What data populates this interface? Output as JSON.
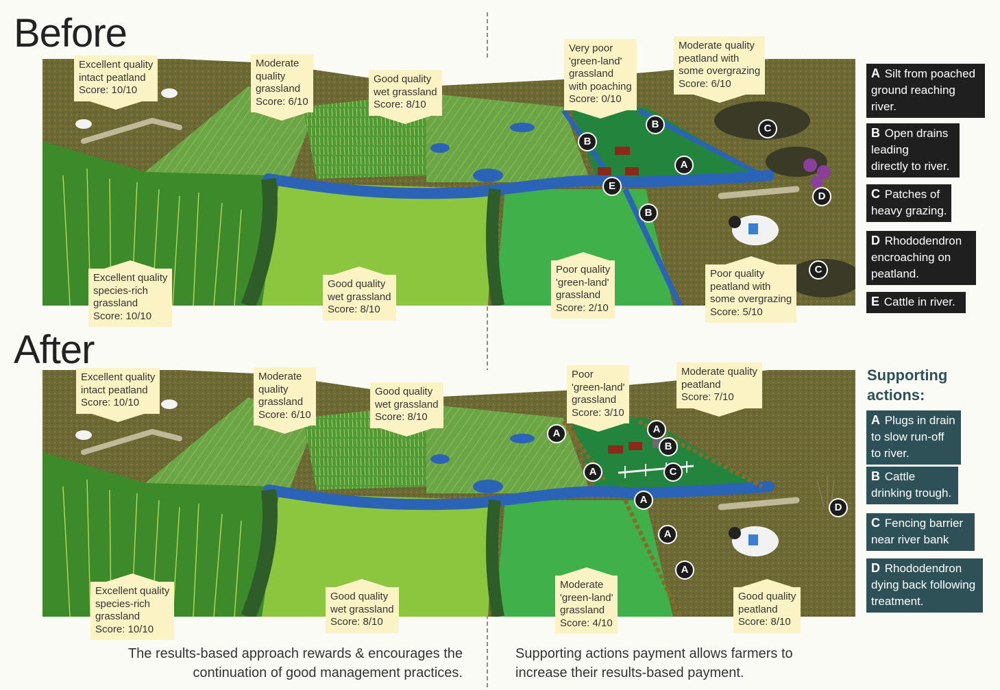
{
  "headings": {
    "before": "Before",
    "after": "After"
  },
  "before_labels": [
    {
      "lines": [
        "Excellent quality",
        "intact peatland"
      ],
      "score": "Score: 10/10"
    },
    {
      "lines": [
        "Moderate",
        "quality",
        "grassland"
      ],
      "score": "Score: 6/10"
    },
    {
      "lines": [
        "Good quality",
        "wet grassland"
      ],
      "score": "Score: 8/10"
    },
    {
      "lines": [
        "Very poor",
        "'green-land'",
        "grassland",
        "with poaching"
      ],
      "score": "Score: 0/10"
    },
    {
      "lines": [
        "Moderate quality",
        "peatland with",
        "some overgrazing"
      ],
      "score": "Score: 6/10"
    },
    {
      "lines": [
        "Excellent quality",
        "species-rich",
        "grassland"
      ],
      "score": "Score: 10/10"
    },
    {
      "lines": [
        "Good quality",
        "wet grassland"
      ],
      "score": "Score: 8/10"
    },
    {
      "lines": [
        "Poor quality",
        "'green-land'",
        "grassland"
      ],
      "score": "Score: 2/10"
    },
    {
      "lines": [
        "Poor quality",
        "peatland with",
        "some overgrazing"
      ],
      "score": "Score: 5/10"
    }
  ],
  "after_labels": [
    {
      "lines": [
        "Excellent quality",
        "intact peatland"
      ],
      "score": "Score: 10/10"
    },
    {
      "lines": [
        "Moderate",
        "quality",
        "grassland"
      ],
      "score": "Score: 6/10"
    },
    {
      "lines": [
        "Good quality",
        "wet grassland"
      ],
      "score": "Score: 8/10"
    },
    {
      "lines": [
        "Poor",
        "'green-land'",
        "grassland"
      ],
      "score": "Score: 3/10"
    },
    {
      "lines": [
        "Moderate quality",
        "peatland"
      ],
      "score": "Score: 7/10"
    },
    {
      "lines": [
        "Excellent quality",
        "species-rich",
        "grassland"
      ],
      "score": "Score: 10/10"
    },
    {
      "lines": [
        "Good quality",
        "wet grassland"
      ],
      "score": "Score: 8/10"
    },
    {
      "lines": [
        "Moderate",
        "'green-land'",
        "grassland"
      ],
      "score": "Score: 4/10"
    },
    {
      "lines": [
        "Good quality",
        "peatland"
      ],
      "score": "Score: 8/10"
    }
  ],
  "before_legend": [
    {
      "key": "A",
      "lines": [
        "Silt from poached",
        "ground reaching",
        "river."
      ]
    },
    {
      "key": "B",
      "lines": [
        "Open drains",
        "leading",
        "directly to river."
      ]
    },
    {
      "key": "C",
      "lines": [
        "Patches of",
        "heavy grazing."
      ]
    },
    {
      "key": "D",
      "lines": [
        "Rhododendron",
        "encroaching on",
        "peatland."
      ]
    },
    {
      "key": "E",
      "lines": [
        "Cattle in river."
      ]
    }
  ],
  "supporting_title": [
    "Supporting",
    "actions:"
  ],
  "after_legend": [
    {
      "key": "A",
      "lines": [
        "Plugs in drain",
        "to slow run-off",
        "to river."
      ]
    },
    {
      "key": "B",
      "lines": [
        "Cattle",
        "drinking trough."
      ]
    },
    {
      "key": "C",
      "lines": [
        "Fencing barrier",
        "near river bank"
      ]
    },
    {
      "key": "D",
      "lines": [
        "Rhododendron",
        "dying back following",
        "treatment."
      ]
    }
  ],
  "before_markers": [
    "B",
    "B",
    "A",
    "E",
    "B",
    "C",
    "C",
    "D"
  ],
  "after_markers": [
    "A",
    "A",
    "B",
    "A",
    "C",
    "A",
    "A",
    "A",
    "D"
  ],
  "captions": {
    "left": [
      "The results-based approach rewards & encourages the",
      "continuation of good management practices."
    ],
    "right": [
      "Supporting actions payment allows farmers to",
      "increase their results-based payment."
    ]
  },
  "colors": {
    "peat": "#6f6a35",
    "bright_green": "#7fbf3a",
    "mid_green": "#5aa03a",
    "vivid_green": "#3fb04a",
    "dark_green": "#1f7a3a",
    "river": "#2b63b6",
    "label_bg": "#fcf3c4",
    "legend_dark": "#1f1f1f",
    "legend_teal": "#2e5158"
  }
}
